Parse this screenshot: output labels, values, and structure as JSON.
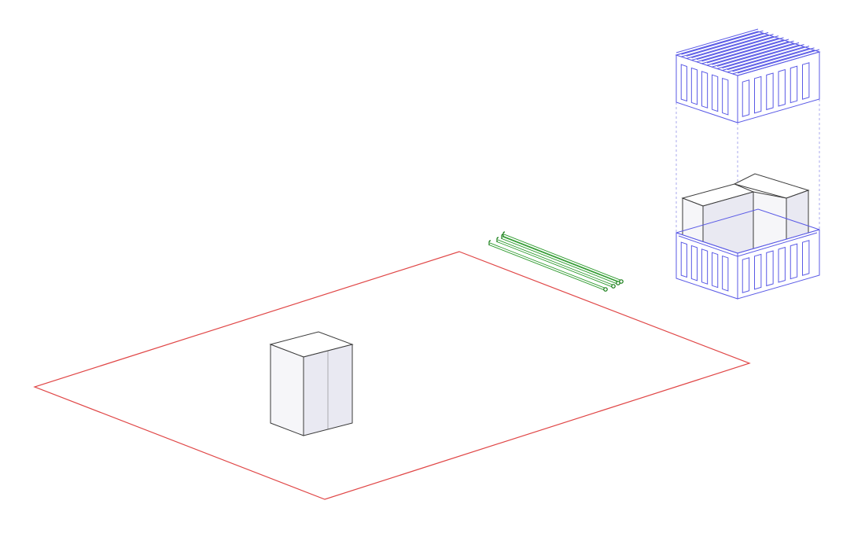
{
  "scene": {
    "background": "#ffffff",
    "colors": {
      "site_outline": "#e04646",
      "pipes": "#2e9a2e",
      "pipe_ends": "#117a11",
      "solid_stroke": "#3a3a3a",
      "solid_light_face": "#f6f6f9",
      "solid_mid_face": "#e9e9f2",
      "solid_top_face": "#ffffff",
      "wireframe": "#5a5ae6",
      "guide_dashed": "#a9a9ee"
    },
    "objects": {
      "site_plane": "site-boundary",
      "block": "rectangular-solid",
      "pipes": "pipe-bundle",
      "structure": "exploded-container-structure"
    }
  }
}
